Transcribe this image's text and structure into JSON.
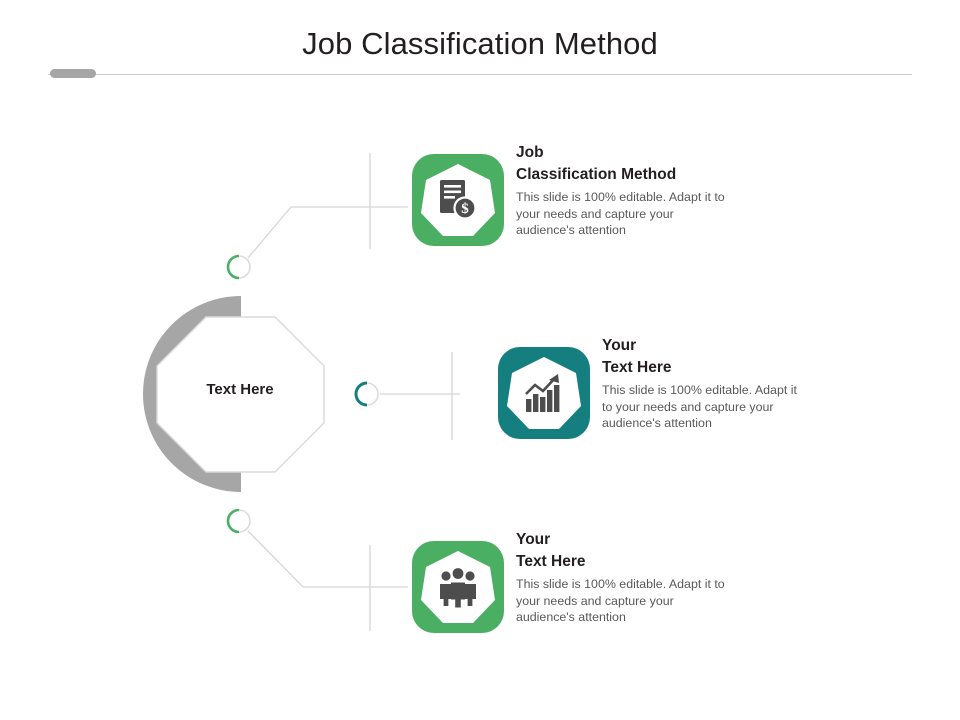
{
  "header": {
    "title": "Job Classification Method",
    "tab_icon": "rounded-bar",
    "rule_color": "#c8c8c8"
  },
  "hub": {
    "label": "Text Here",
    "shape": "octagon",
    "arc_color": "#a6a6a6",
    "outline_color": "#d9d9d9"
  },
  "colors": {
    "green": "#4aaf63",
    "teal": "#147f7e",
    "gray": "#a6a6a6",
    "connector": "#d6d6d6",
    "title_text": "#231f20",
    "body_text": "#595959"
  },
  "body_text_default": "This slide is 100% editable. Adapt it to your needs and capture your audience's attention",
  "rows": [
    {
      "title_line1": "Job",
      "title_line2": "Classification Method",
      "body": "This slide is 100% editable. Adapt it to your needs and capture your audience's attention",
      "icon": "invoice-dollar-icon",
      "accent": "#4aaf63",
      "node_accent": "#4aaf63"
    },
    {
      "title_line1": "Your",
      "title_line2": "Text Here",
      "body": "This slide is 100% editable. Adapt it to your needs and capture your audience's attention",
      "icon": "growth-chart-icon",
      "accent": "#147f7e",
      "node_accent": "#147f7e"
    },
    {
      "title_line1": "Your",
      "title_line2": "Text Here",
      "body": "This slide is 100% editable. Adapt it to your needs and capture your audience's attention",
      "icon": "people-group-icon",
      "accent": "#4aaf63",
      "node_accent": "#4aaf63"
    }
  ]
}
